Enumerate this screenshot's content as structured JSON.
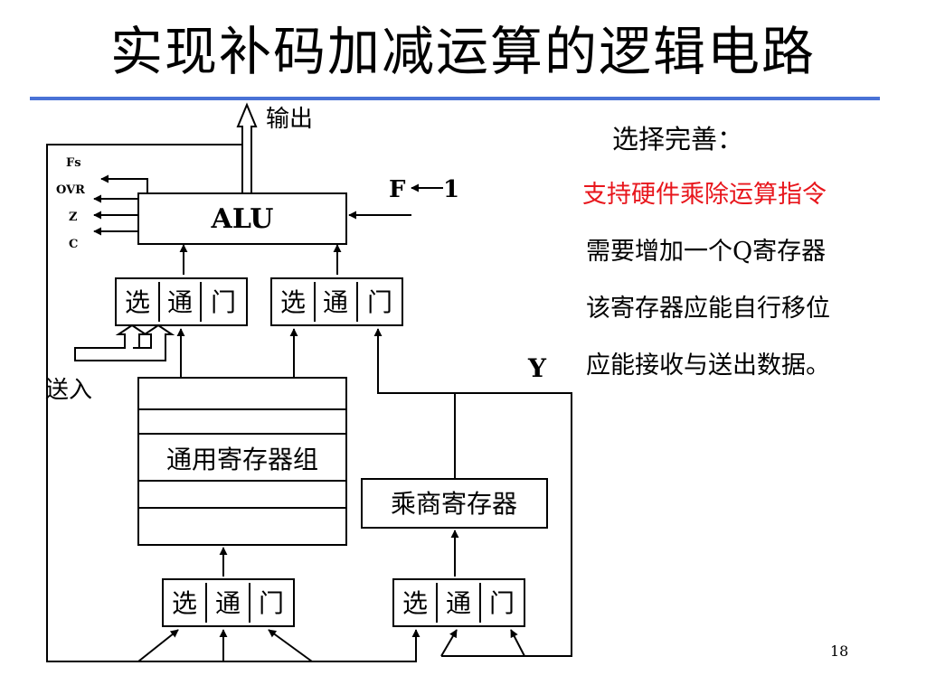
{
  "title": "实现补码加减运算的逻辑电路",
  "diagram": {
    "output_label": "输出",
    "flags": [
      "Fs",
      "OVR",
      "Z",
      "C"
    ],
    "f_label": "F",
    "one_label": "1",
    "alu_label": "ALU",
    "gate": {
      "sel": "选",
      "pass": "通",
      "door": "门"
    },
    "send_in_label": "送入",
    "y_label": "Y",
    "register_group_label": "通用寄存器组",
    "mq_register_label": "乘商寄存器"
  },
  "notes": {
    "heading": "选择完善：",
    "lines": [
      {
        "text": "支持硬件乘除运算指令",
        "color": "#e8161c"
      },
      {
        "text": "需要增加一个Q寄存器",
        "color": "#000000"
      },
      {
        "text": "该寄存器应能自行移位",
        "color": "#000000"
      },
      {
        "text": "应能接收与送出数据。",
        "color": "#000000"
      }
    ]
  },
  "page_number": "18"
}
